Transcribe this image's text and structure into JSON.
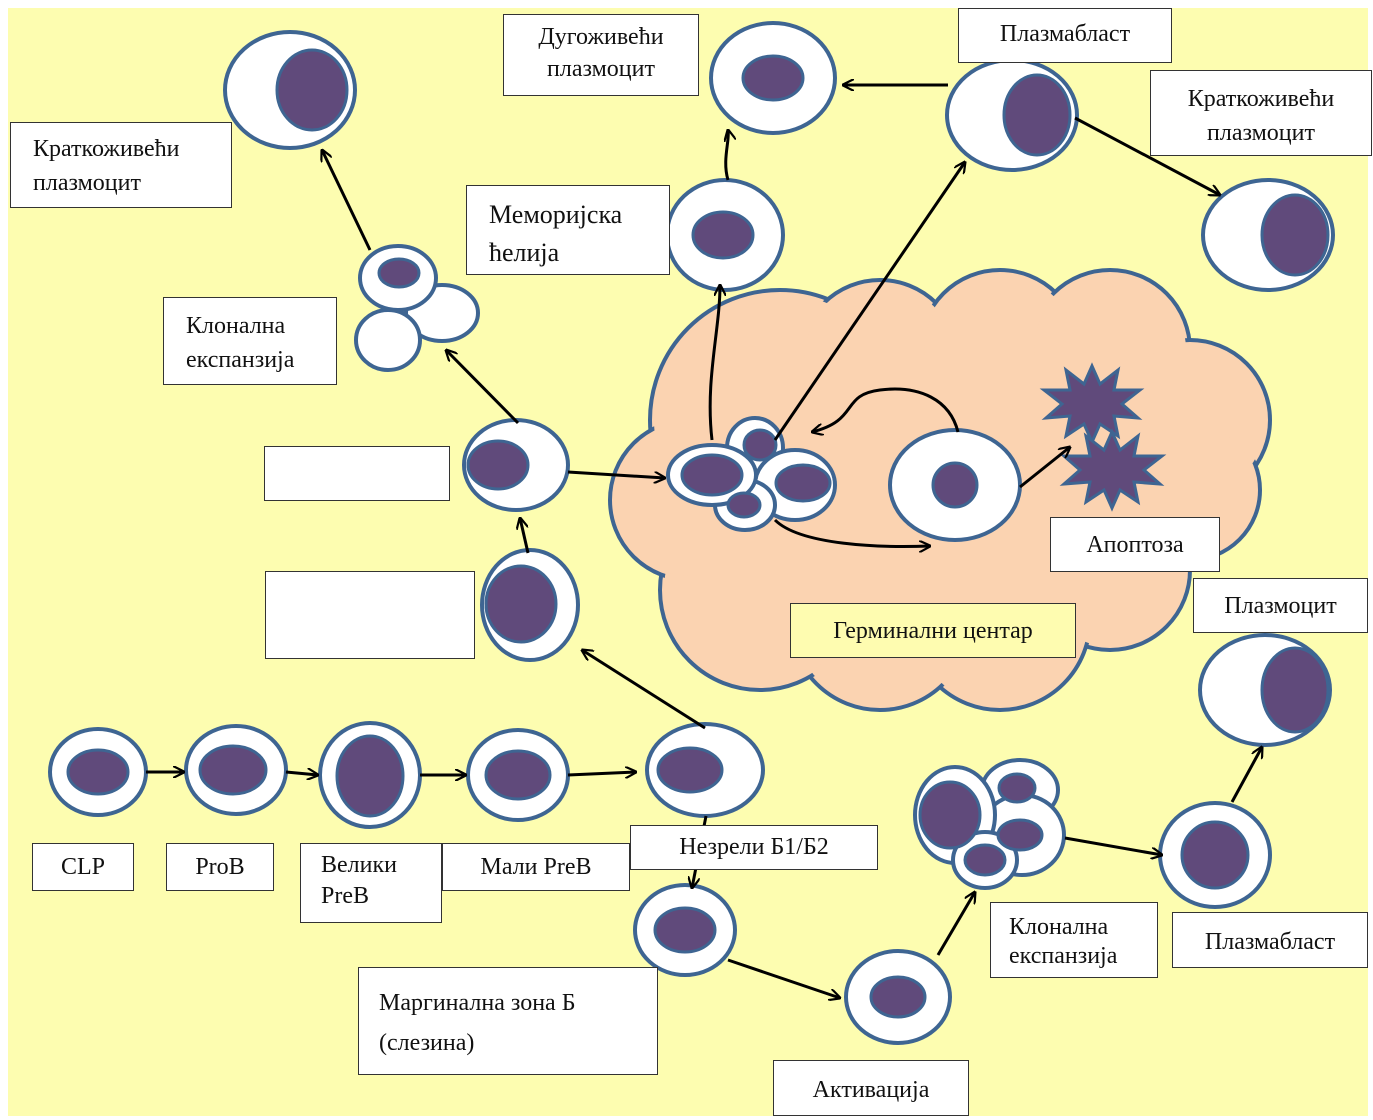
{
  "colors": {
    "background": "#fdfdb0",
    "germinal_center_fill": "#fbd3b1",
    "cell_outline": "#3e6592",
    "nucleus_fill": "#604a7b",
    "label_bg": "#ffffff"
  },
  "labels": {
    "clp": "CLP",
    "prob": "ProB",
    "large_preb_1": "Велики",
    "large_preb_2": "PreB",
    "small_preb": "Мали PreB",
    "immature": "Незрели Б1/Б2",
    "marginal_zone_1": "Маргинална зона Б",
    "marginal_zone_2": "(слезина)",
    "activation": "Активација",
    "clonal_exp_bottom_1": "Клонална",
    "clonal_exp_bottom_2": "експанзија",
    "plasmablast_bottom": "Плазмабласт",
    "plasmocyte": "Плазмоцит",
    "germinal_center": "Герминални центар",
    "apoptosis": "Апоптоза",
    "clonal_exp_left_1": "Клонална",
    "clonal_exp_left_2": "експанзија",
    "short_lived_left_1": "Краткоживећи",
    "short_lived_left_2": "плазмоцит",
    "memory_cell_1": "Меморијска",
    "memory_cell_2": "ћелија",
    "long_lived_1": "Дугоживећи",
    "long_lived_2": "плазмоцит",
    "plasmablast_top": "Плазмабласт",
    "short_lived_right_1": "Краткоживећи",
    "short_lived_right_2": "плазмоцит",
    "blank_box_upper": "",
    "blank_box_lower": ""
  }
}
